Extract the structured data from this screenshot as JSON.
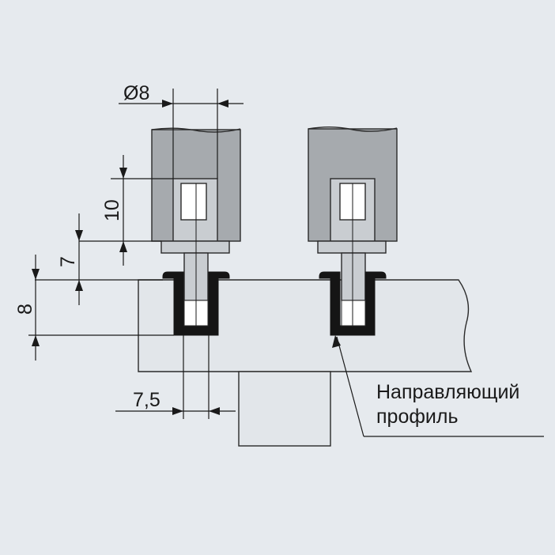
{
  "diagram": {
    "dimensions": {
      "diameter": "Ø8",
      "depth_hole": "10",
      "gap": "7",
      "profile_height": "8",
      "offset": "7,5"
    },
    "callout": {
      "line1": "Направляющий",
      "line2": "профиль"
    },
    "colors": {
      "background": "#e6eaee",
      "panel_gray": "#a6aaae",
      "pin_light": "#c9cdd1",
      "profile_black": "#151515",
      "board": "#e2e6ea",
      "line": "#1a1a1a"
    }
  }
}
